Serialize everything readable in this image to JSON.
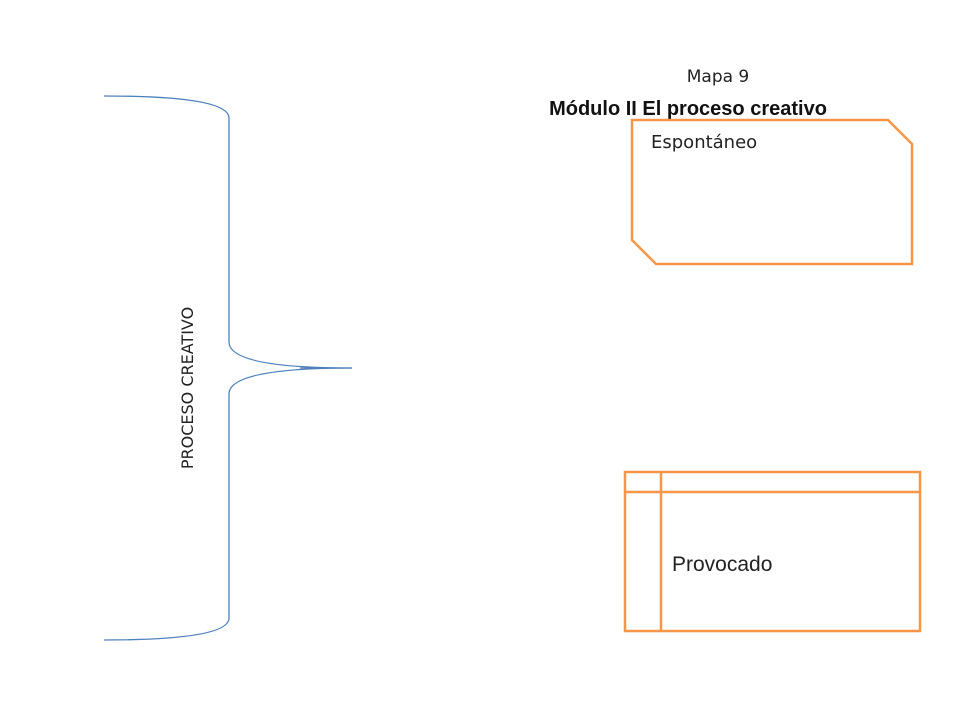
{
  "header": {
    "map_number": "Mapa 9",
    "module_title": "Módulo II El proceso creativo"
  },
  "main_concept": {
    "label": "PROCESO CREATIVO"
  },
  "branches": [
    {
      "label": "Espontáneo"
    },
    {
      "label": "Provocado"
    }
  ],
  "colors": {
    "bracket": "#4F81BD",
    "box_border": "#F79646",
    "text": "#222222"
  }
}
